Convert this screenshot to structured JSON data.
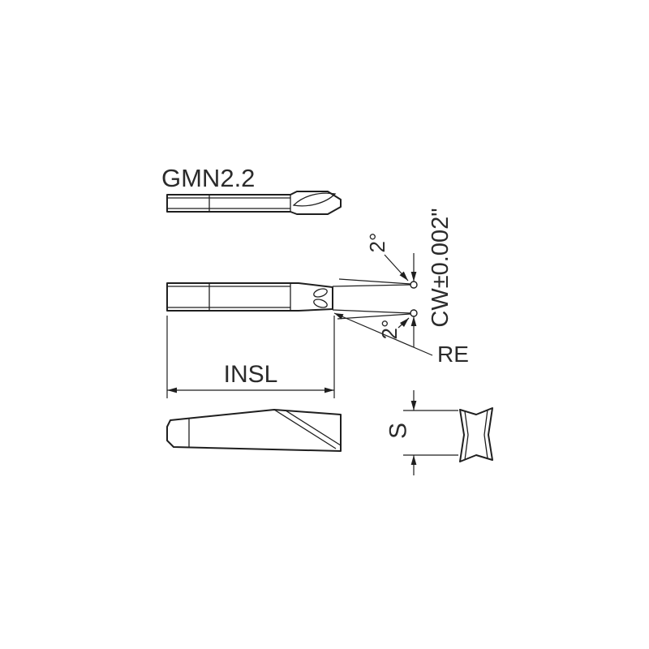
{
  "colors": {
    "background": "#ffffff",
    "line": "#1f1f1f",
    "text": "#2b2b2b"
  },
  "drawing": {
    "model_label": "GMN2.2",
    "labels": {
      "cw": "CW±0.002\"",
      "re": "RE",
      "insl": "INSL",
      "s": "S",
      "angle_top": "2°",
      "angle_bottom": "2°"
    }
  }
}
